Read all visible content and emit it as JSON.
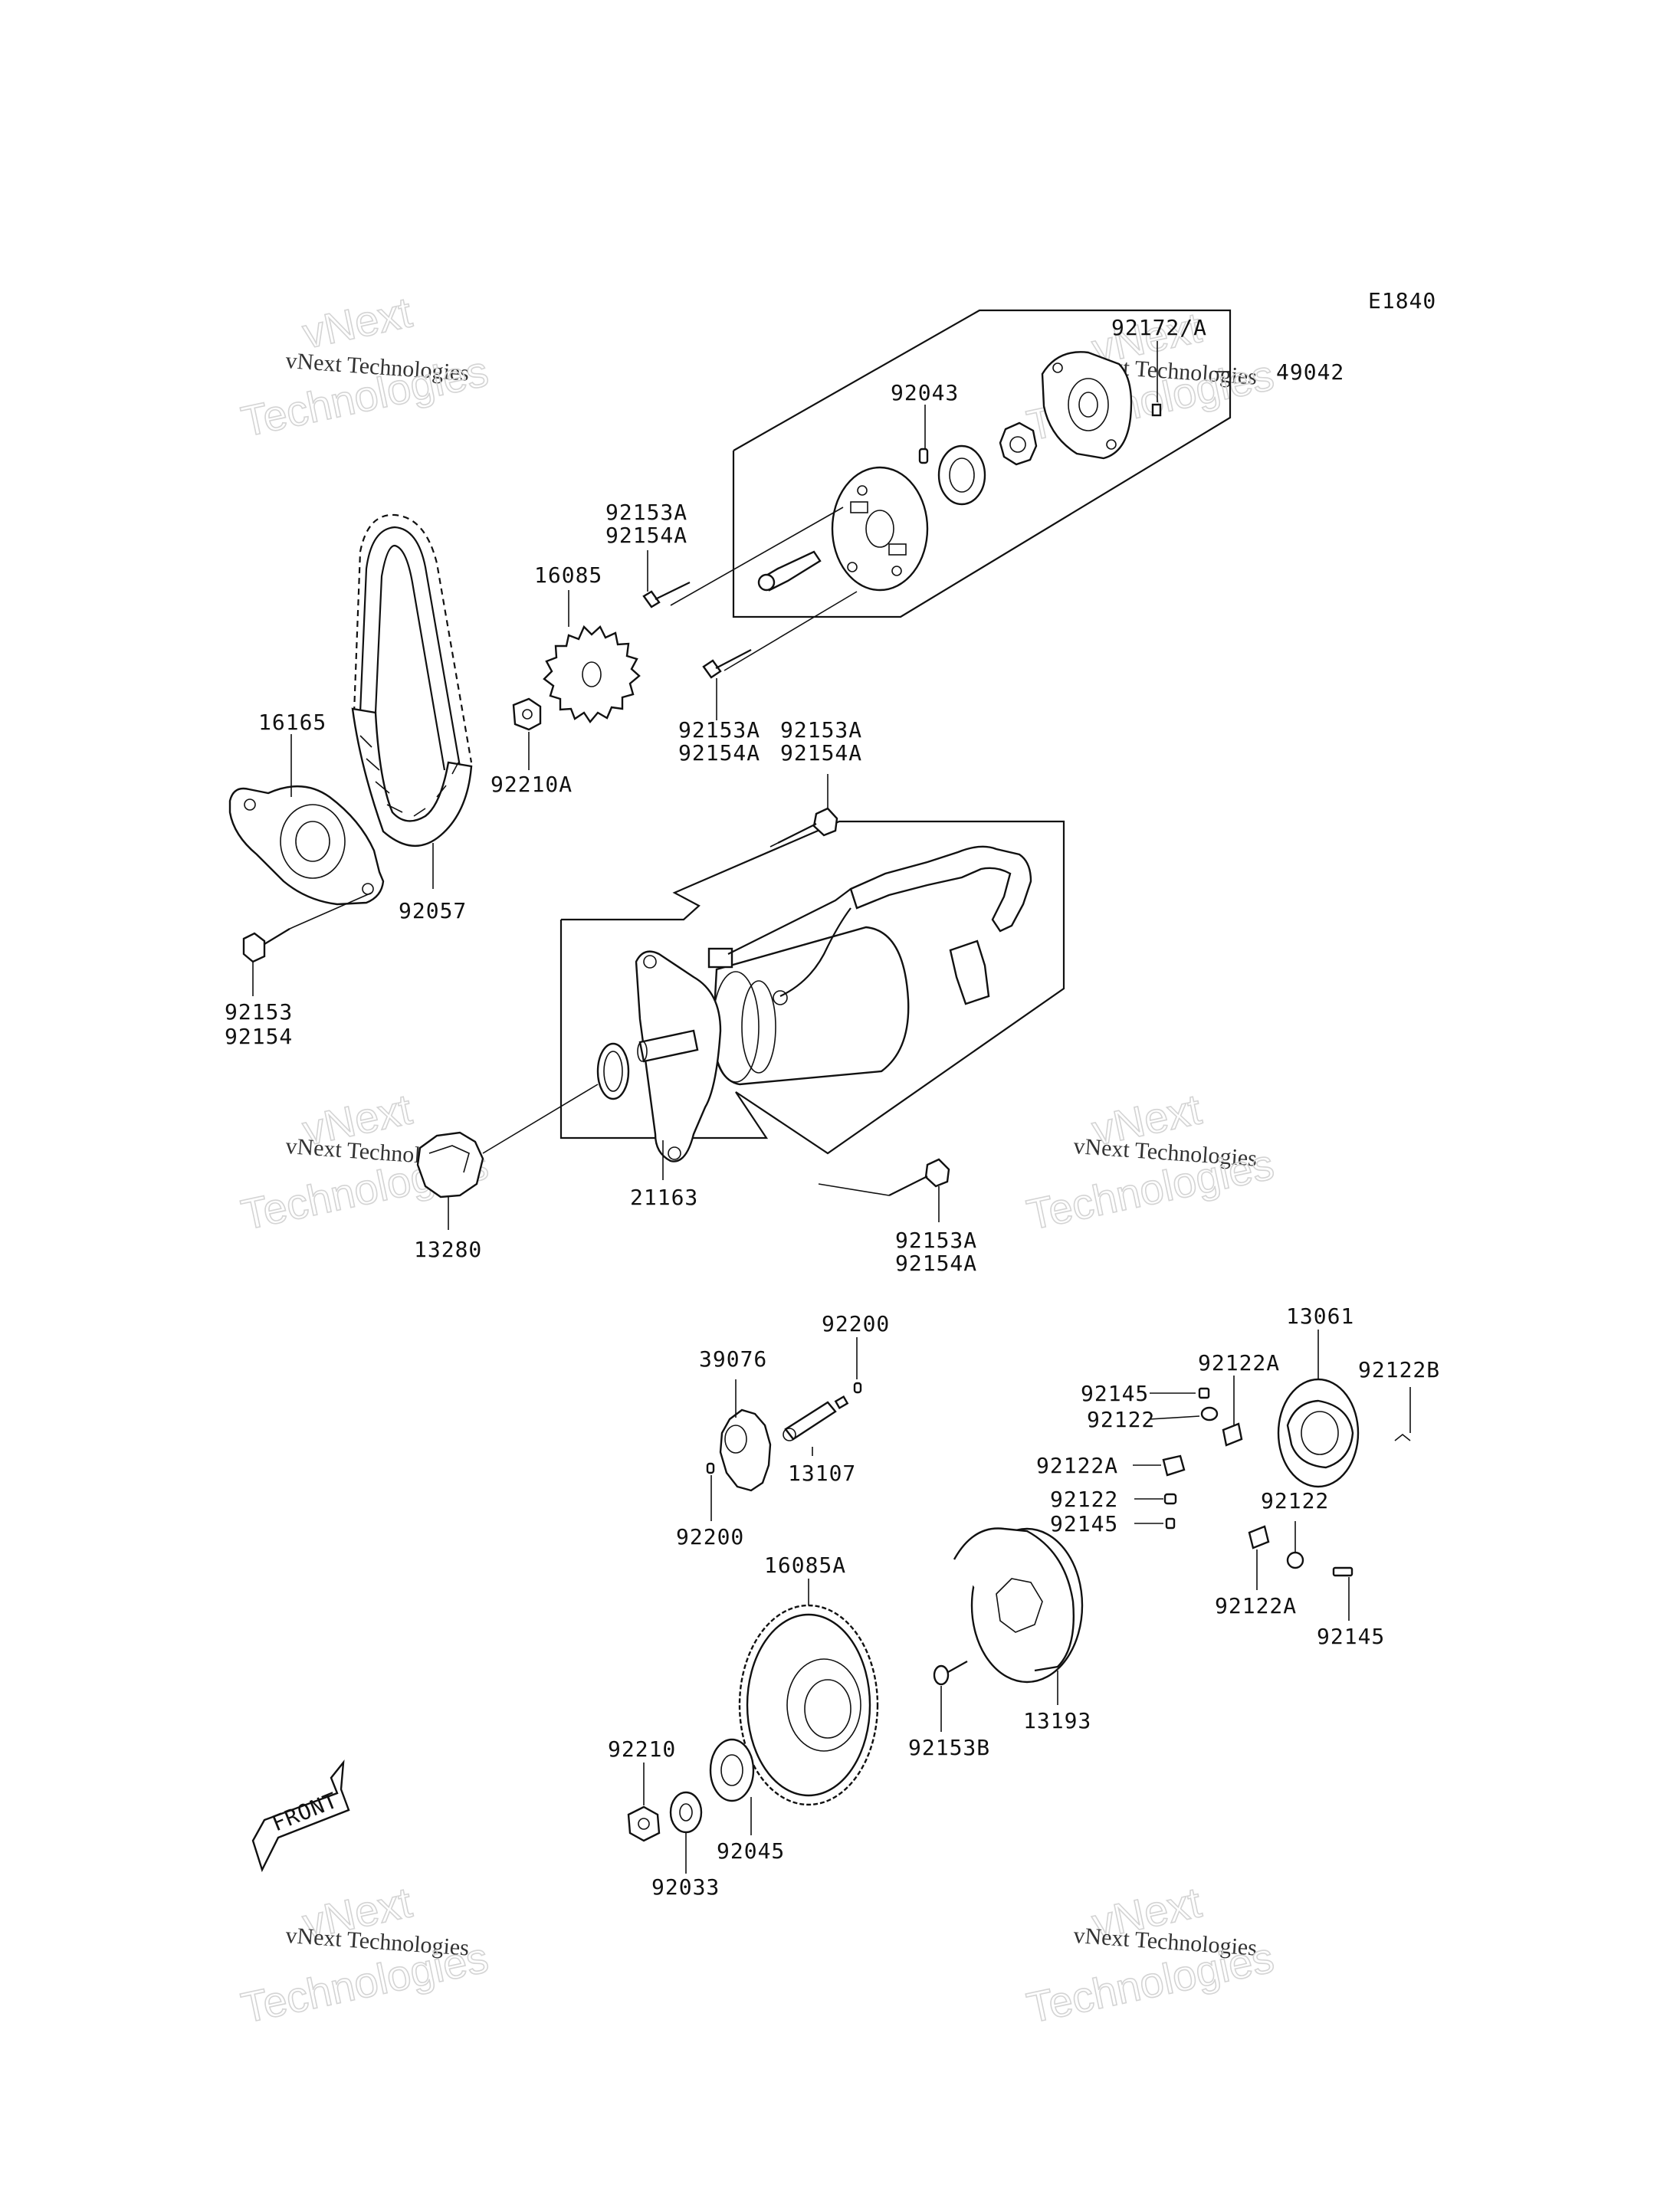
{
  "diagram": {
    "code": "E1840",
    "front_label": "FRONT",
    "watermark": {
      "brand": "vNext",
      "line1": "vNext Technologies",
      "line2": "Technologies"
    },
    "callouts": [
      {
        "id": "92172a",
        "text": "92172/A"
      },
      {
        "id": "49042",
        "text": "49042"
      },
      {
        "id": "92043",
        "text": "92043"
      },
      {
        "id": "92153a-1",
        "text": "92153A"
      },
      {
        "id": "92154a-1",
        "text": "92154A"
      },
      {
        "id": "16085",
        "text": "16085"
      },
      {
        "id": "92153a-2",
        "text": "92153A"
      },
      {
        "id": "92154a-2",
        "text": "92154A"
      },
      {
        "id": "92153a-3",
        "text": "92153A"
      },
      {
        "id": "92154a-3",
        "text": "92154A"
      },
      {
        "id": "16165",
        "text": "16165"
      },
      {
        "id": "92210a",
        "text": "92210A"
      },
      {
        "id": "92057",
        "text": "92057"
      },
      {
        "id": "92153",
        "text": "92153"
      },
      {
        "id": "92154",
        "text": "92154"
      },
      {
        "id": "21163",
        "text": "21163"
      },
      {
        "id": "92153a-4",
        "text": "92153A"
      },
      {
        "id": "92154a-4",
        "text": "92154A"
      },
      {
        "id": "13280",
        "text": "13280"
      },
      {
        "id": "92200-1",
        "text": "92200"
      },
      {
        "id": "39076",
        "text": "39076"
      },
      {
        "id": "13107",
        "text": "13107"
      },
      {
        "id": "92200-2",
        "text": "92200"
      },
      {
        "id": "13061",
        "text": "13061"
      },
      {
        "id": "92122a-1",
        "text": "92122A"
      },
      {
        "id": "92122b",
        "text": "92122B"
      },
      {
        "id": "92145-1",
        "text": "92145"
      },
      {
        "id": "92122-1",
        "text": "92122"
      },
      {
        "id": "92122a-2",
        "text": "92122A"
      },
      {
        "id": "92122-2",
        "text": "92122"
      },
      {
        "id": "92145-2",
        "text": "92145"
      },
      {
        "id": "92122-3",
        "text": "92122"
      },
      {
        "id": "92122a-3",
        "text": "92122A"
      },
      {
        "id": "92145-3",
        "text": "92145"
      },
      {
        "id": "16085a",
        "text": "16085A"
      },
      {
        "id": "13193",
        "text": "13193"
      },
      {
        "id": "92153b",
        "text": "92153B"
      },
      {
        "id": "92210",
        "text": "92210"
      },
      {
        "id": "92045",
        "text": "92045"
      },
      {
        "id": "92033",
        "text": "92033"
      }
    ]
  }
}
